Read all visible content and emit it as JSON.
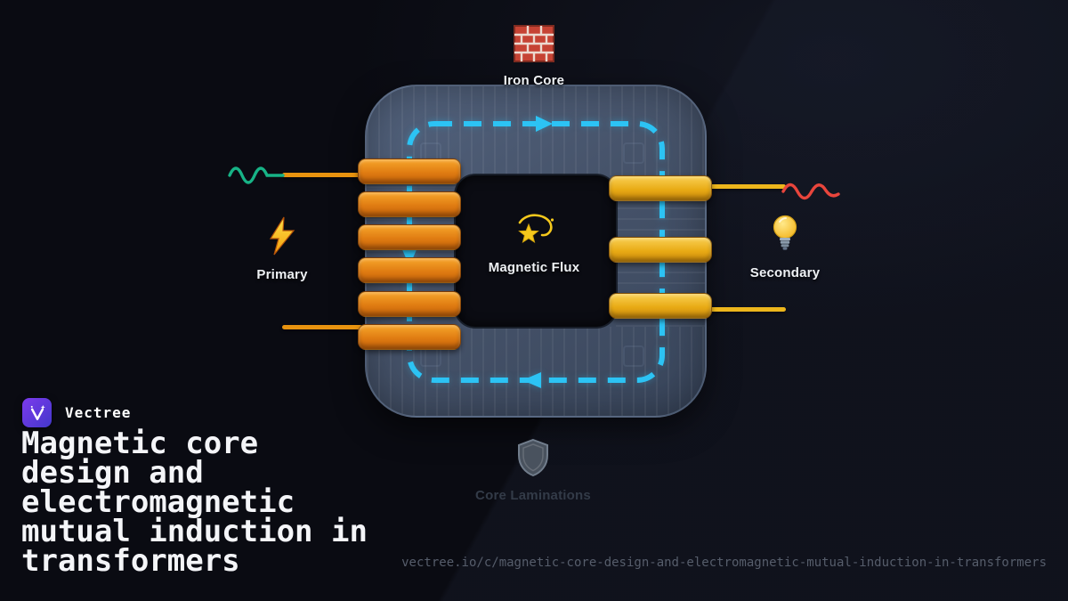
{
  "theme": {
    "colors": {
      "bg": "#0a0b12",
      "core": "#46536a",
      "flux": "#2cc3f4",
      "wire-primary": "#e8930f",
      "wire-secondary": "#edb61c",
      "wave-source": "#17b386",
      "wave-load": "#e8453c",
      "arc": "#c43b33",
      "dim-label": "#333b48",
      "logo-1": "#7c3aed",
      "logo-2": "#4338ca"
    }
  },
  "diagram": {
    "iron_core": {
      "label": "Iron Core",
      "icon": "brick-wall-icon"
    },
    "primary": {
      "label": "Primary",
      "icon": "lightning-bolt-icon",
      "turns": 6
    },
    "secondary": {
      "label": "Secondary",
      "icon": "light-bulb-icon",
      "turns": 3
    },
    "magnetic_flux": {
      "label": "Magnetic Flux",
      "icon": "shooting-star-icon"
    },
    "core_laminations": {
      "label": "Core Laminations",
      "icon": "shield-icon"
    }
  },
  "branding": {
    "name": "Vectree",
    "logo": "vectree-logo",
    "title": "Magnetic core design and electromagnetic mutual induction in transformers",
    "url": "vectree.io/c/magnetic-core-design-and-electromagnetic-mutual-induction-in-transformers"
  }
}
